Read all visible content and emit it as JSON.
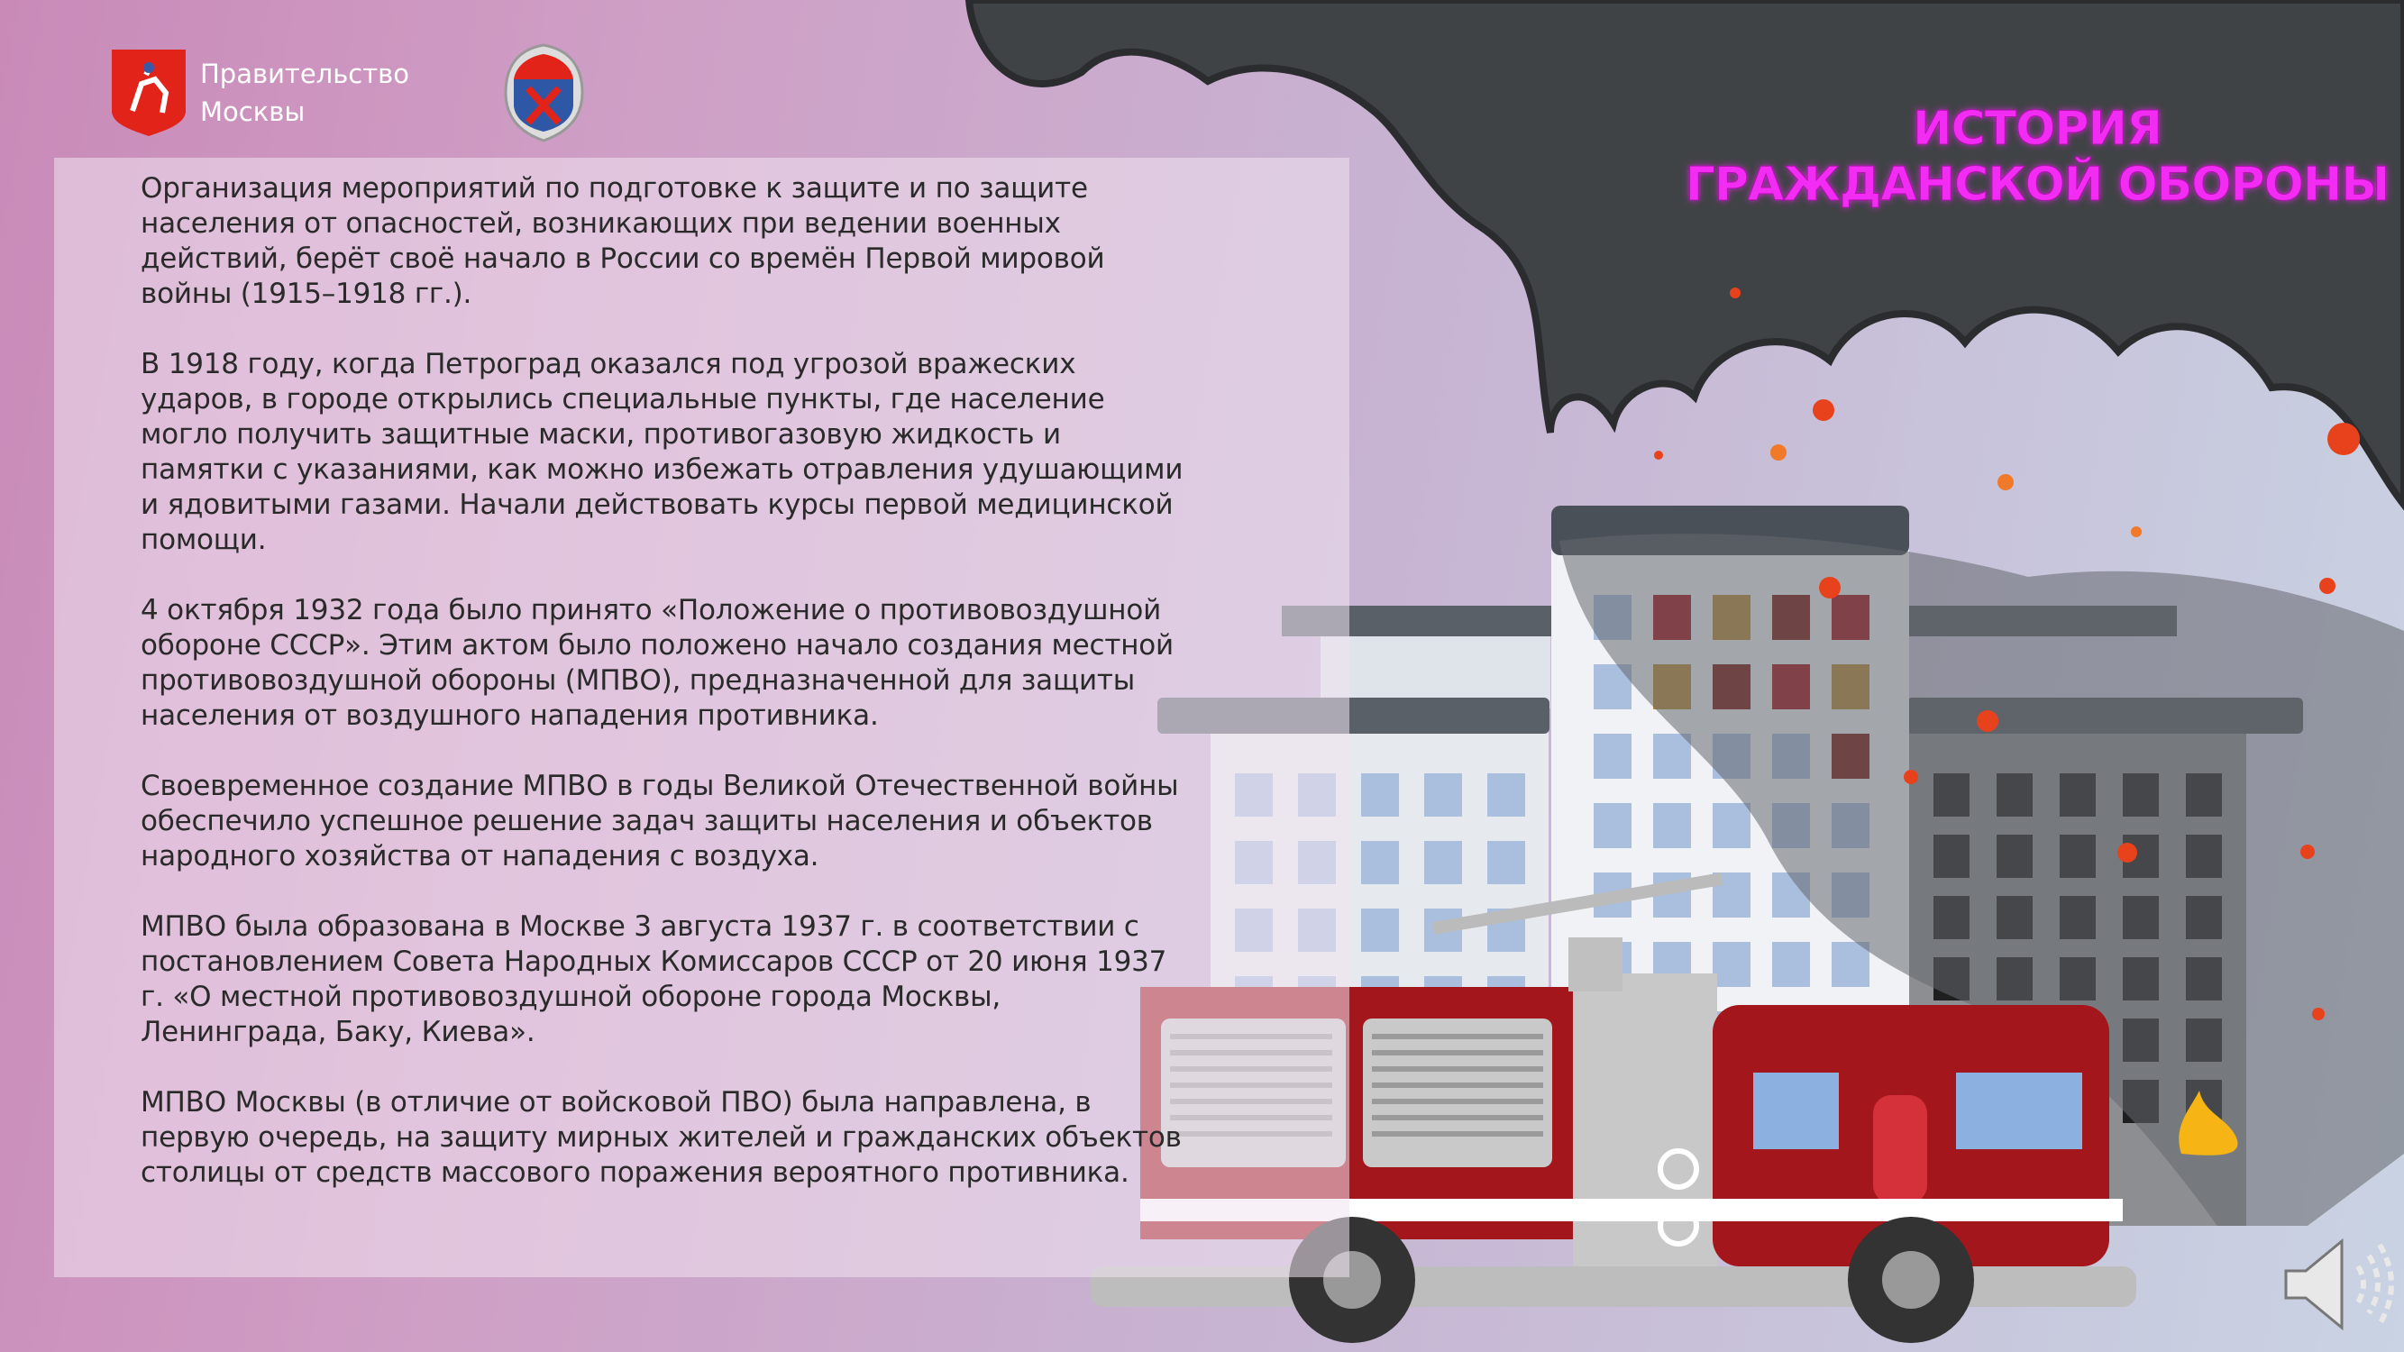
{
  "header": {
    "organization": "Правительство Москвы",
    "organization_line1": "Правительство",
    "organization_line2": "Москвы",
    "logos": [
      "moscow-coat-of-arms-icon",
      "civil-defense-emblem-icon"
    ]
  },
  "title": {
    "line1": "ИСТОРИЯ",
    "line2": "ГРАЖДАНСКОЙ ОБОРОНЫ"
  },
  "paragraphs": [
    "Организация мероприятий по подготовке к защите и по защите населения от опасностей, возникающих при ведении военных действий, берёт своё начало в России со времён Первой мировой войны (1915–1918 гг.).",
    "В 1918 году, когда Петроград оказался под угрозой вражеских ударов, в городе открылись специальные пункты, где население могло получить защитные маски, противогазовую жидкость и памятки с указаниями, как можно избежать отравления удушающими и ядовитыми газами. Начали действовать курсы первой медицинской помощи.",
    "4 октября 1932 года было принято «Положение о противовоздушной обороне СССР». Этим актом было положено начало создания местной противовоздушной обороны (МПВО), предназначенной для защиты населения от воздушного нападения противника.",
    "Своевременное создание МПВО в годы Великой Отечественной войны обеспечило успешное решение задач защиты населения и объектов народного хозяйства от нападения с  воздуха.",
    "МПВО была образована в Москве 3 августа 1937 г. в соответствии с постановлением Совета Народных Комиссаров СССР от 20 июня 1937 г. «О местной противовоздушной обороне города Москвы, Ленинграда, Баку, Киева».",
    "МПВО Москвы (в отличие от войсковой ПВО) была направлена, в первую очередь, на защиту мирных жителей и гражданских объектов столицы от средств массового поражения вероятного противника."
  ],
  "controls": {
    "audio": "speaker-icon"
  },
  "colors": {
    "title": "#f22cf2",
    "smoke": "#404346",
    "truck_red": "#a3161b"
  }
}
